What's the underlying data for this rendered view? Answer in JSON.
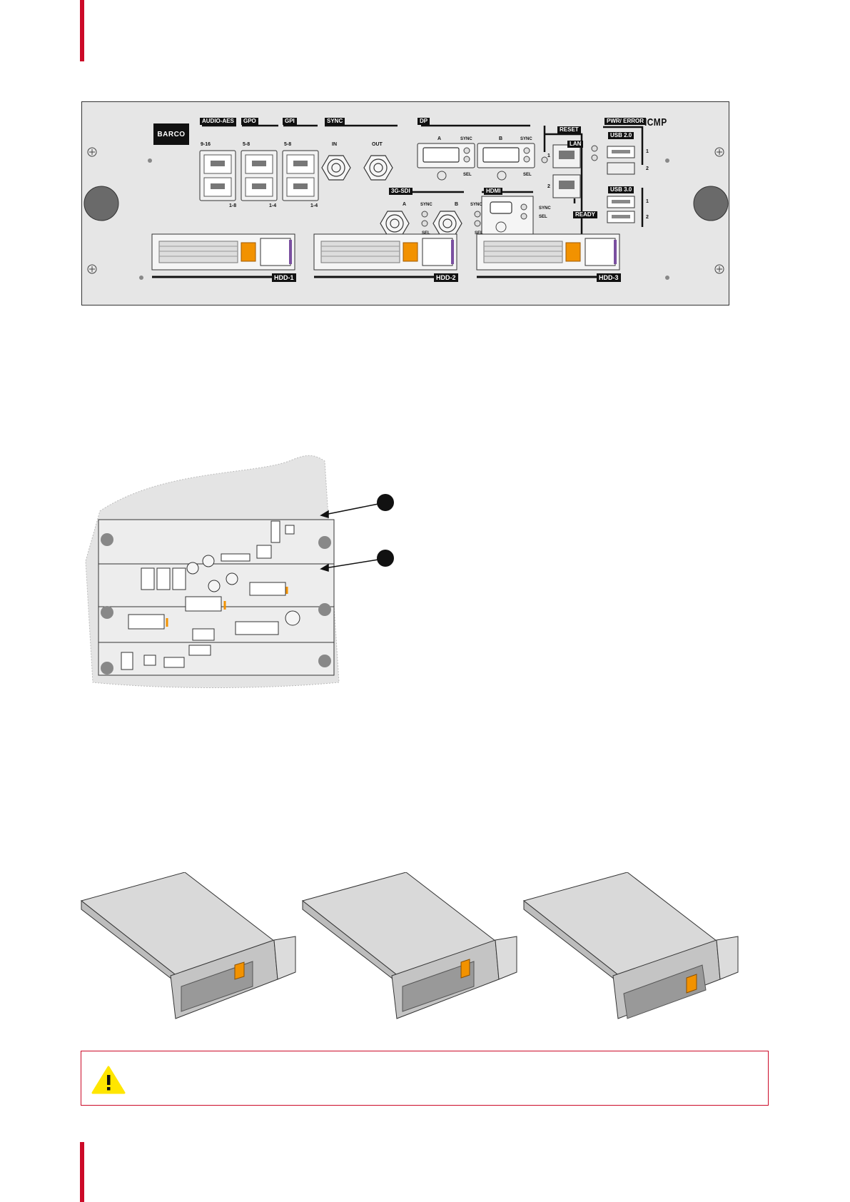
{
  "panel": {
    "logo": "BARCO",
    "product": "ICMP",
    "group_labels": {
      "audio_aes": "AUDIO-AES",
      "gpo": "GPO",
      "gpi": "GPI",
      "sync": "SYNC",
      "dp": "DP",
      "reset": "RESET",
      "lan": "LAN",
      "pwr_error": "PWR/ ERROR",
      "usb20": "USB 2.0",
      "usb30": "USB 3.0",
      "sdi": "3G-SDI",
      "hdmi": "HDMI",
      "ready": "READY"
    },
    "port_labels": {
      "audio_top": "9-16",
      "audio_bottom": "1-8",
      "gpo_top": "5-8",
      "gpo_bottom": "1-4",
      "gpi_top": "5-8",
      "gpi_bottom": "1-4",
      "sync_in": "IN",
      "sync_out": "OUT",
      "dp_a": "A",
      "dp_b": "B",
      "dp_a_sync": "SYNC",
      "dp_a_sel": "SEL",
      "dp_b_sync": "SYNC",
      "dp_b_sel": "SEL",
      "sdi_a": "A",
      "sdi_b": "B",
      "sdi_a_sync": "SYNC",
      "sdi_a_sel": "SEL",
      "sdi_b_sync": "SYNC",
      "sdi_b_sel": "SEL",
      "hdmi_sync": "SYNC",
      "hdmi_sel": "SEL",
      "lan_1": "1",
      "lan_2": "2",
      "usb20_1": "1",
      "usb20_2": "2",
      "usb30_1": "1",
      "usb30_2": "2"
    },
    "hdd_labels": [
      "HDD-1",
      "HDD-2",
      "HDD-3"
    ]
  },
  "figure2": {
    "callouts": [
      "",
      ""
    ]
  },
  "caution": {
    "icon": "warning-triangle-icon",
    "text": ""
  },
  "colors": {
    "accent_red": "#cc0a28",
    "hdd_latch_orange": "#f29200",
    "warning_yellow": "#ffe600"
  }
}
